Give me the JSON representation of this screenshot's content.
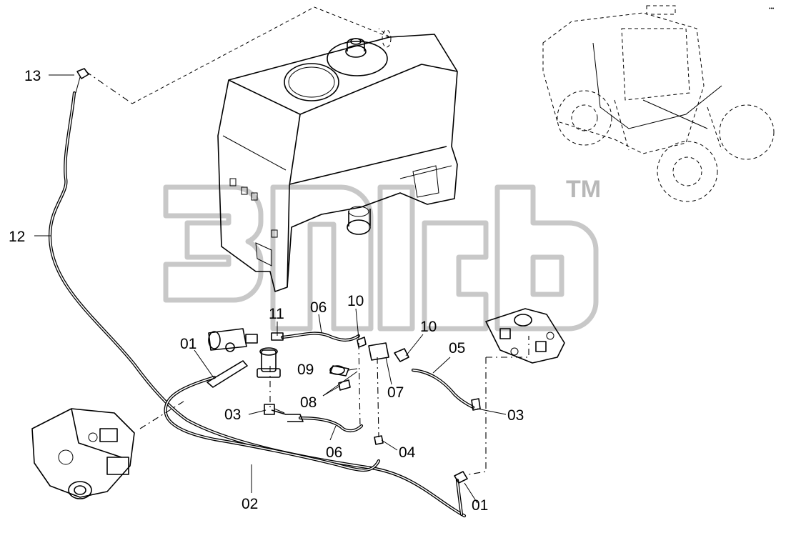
{
  "corner_text": "•••",
  "watermark": {
    "mark": "TM"
  },
  "callouts": [
    {
      "id": "13",
      "label": "13"
    },
    {
      "id": "12",
      "label": "12"
    },
    {
      "id": "11",
      "label": "11"
    },
    {
      "id": "10a",
      "label": "10"
    },
    {
      "id": "10b",
      "label": "10"
    },
    {
      "id": "06a",
      "label": "06"
    },
    {
      "id": "06b",
      "label": "06"
    },
    {
      "id": "01a",
      "label": "01"
    },
    {
      "id": "01b",
      "label": "01"
    },
    {
      "id": "09",
      "label": "09"
    },
    {
      "id": "08",
      "label": "08"
    },
    {
      "id": "07",
      "label": "07"
    },
    {
      "id": "05",
      "label": "05"
    },
    {
      "id": "03a",
      "label": "03"
    },
    {
      "id": "03b",
      "label": "03"
    },
    {
      "id": "04",
      "label": "04"
    },
    {
      "id": "02",
      "label": "02"
    }
  ]
}
